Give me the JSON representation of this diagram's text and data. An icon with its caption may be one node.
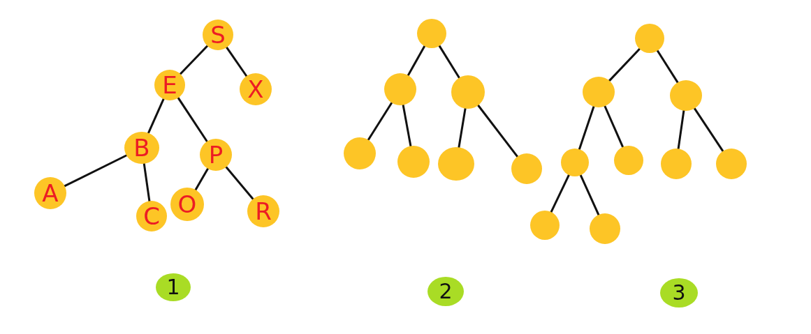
{
  "diagram": {
    "nodes": [
      {
        "text": [
          "S"
        ]
      },
      {
        "text": [
          "E"
        ]
      },
      {
        "text": [
          "X"
        ]
      },
      {
        "text": [
          "B"
        ]
      },
      {
        "text": [
          "P"
        ]
      },
      {
        "text": [
          "A"
        ]
      },
      {
        "text": [
          "C"
        ]
      },
      {
        "text": [
          "O"
        ]
      },
      {
        "text": [
          "R"
        ]
      },
      {
        "text": [
          "1"
        ]
      },
      {
        "text": [],
        "shape": "circle"
      },
      {
        "text": [],
        "shape": "circle"
      },
      {
        "text": [],
        "shape": "circle"
      },
      {
        "text": [],
        "shape": "circle"
      },
      {
        "text": [],
        "shape": "circle"
      },
      {
        "text": [],
        "shape": "circle"
      },
      {
        "text": [],
        "shape": "circle"
      },
      {
        "text": [
          "2"
        ]
      },
      {
        "text": [],
        "shape": "circle"
      },
      {
        "text": [],
        "shape": "circle"
      },
      {
        "text": [],
        "shape": "circle"
      },
      {
        "text": [],
        "shape": "circle"
      },
      {
        "text": [],
        "shape": "circle"
      },
      {
        "text": [],
        "shape": "circle"
      },
      {
        "text": [],
        "shape": "circle"
      },
      {
        "text": [],
        "shape": "circle"
      },
      {
        "text": [],
        "shape": "circle"
      },
      {
        "text": [
          "3"
        ]
      }
    ],
    "edges": [
      {
        "from": 0,
        "to": 1,
        "arrow": "none"
      },
      {
        "from": 0,
        "to": 2,
        "arrow": "none"
      },
      {
        "from": 1,
        "to": 3,
        "arrow": "none"
      },
      {
        "from": 1,
        "to": 4,
        "arrow": "none"
      },
      {
        "from": 3,
        "to": 5,
        "arrow": "none"
      },
      {
        "from": 3,
        "to": 6,
        "arrow": "none"
      },
      {
        "from": 4,
        "to": 7,
        "arrow": "none"
      },
      {
        "from": 4,
        "to": 8,
        "arrow": "none"
      },
      {
        "from": 10,
        "to": 11,
        "arrow": "none"
      },
      {
        "from": 10,
        "to": 12,
        "arrow": "none"
      },
      {
        "from": 11,
        "to": 13,
        "arrow": "none"
      },
      {
        "from": 11,
        "to": 14,
        "arrow": "none"
      },
      {
        "from": 12,
        "to": 15,
        "arrow": "none"
      },
      {
        "from": 12,
        "to": 16,
        "arrow": "none"
      },
      {
        "from": 18,
        "to": 19,
        "arrow": "none"
      },
      {
        "from": 18,
        "to": 20,
        "arrow": "none"
      },
      {
        "from": 19,
        "to": 21,
        "arrow": "none"
      },
      {
        "from": 19,
        "to": 22,
        "arrow": "none"
      },
      {
        "from": 20,
        "to": 23,
        "arrow": "none"
      },
      {
        "from": 20,
        "to": 24,
        "arrow": "none"
      },
      {
        "from": 21,
        "to": 25,
        "arrow": "none"
      },
      {
        "from": 21,
        "to": 26,
        "arrow": "none"
      }
    ]
  }
}
